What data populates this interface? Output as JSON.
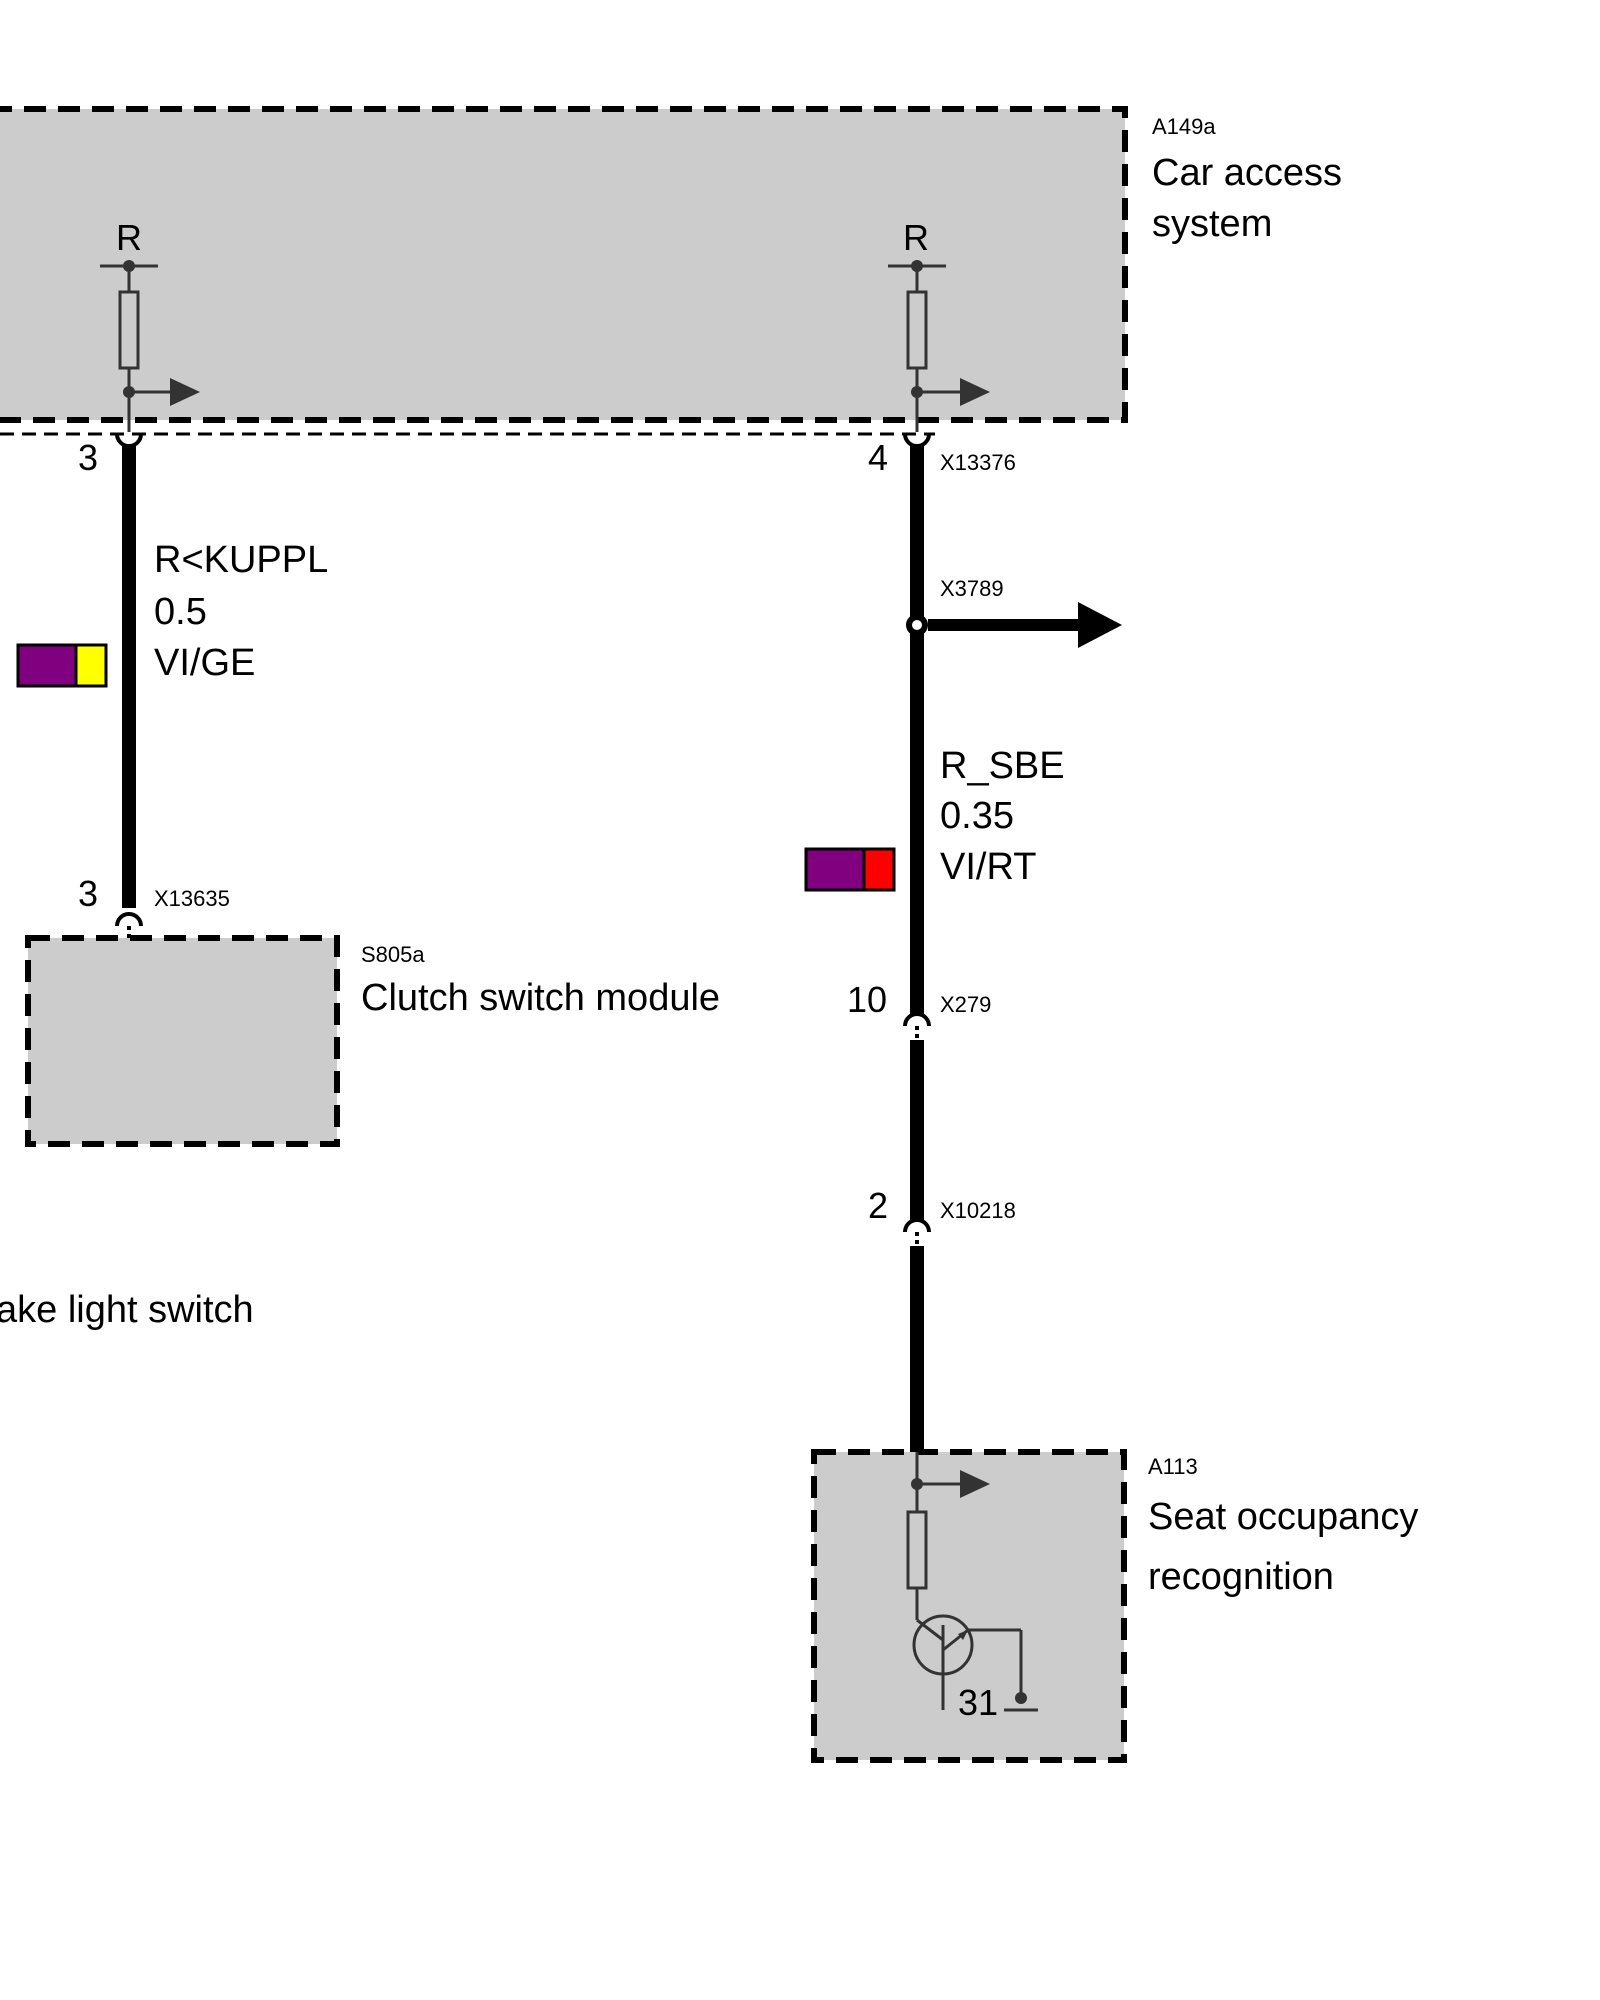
{
  "modules": {
    "car_access": {
      "code": "A149a",
      "name_line1": "Car access",
      "name_line2": "system"
    },
    "clutch": {
      "code": "S805a",
      "name": "Clutch switch module"
    },
    "seat": {
      "code": "A113",
      "name_line1": "Seat occupancy",
      "name_line2": "recognition"
    },
    "brake": {
      "name_partial": "ake light switch"
    }
  },
  "resistor_labels": {
    "left": "R",
    "right": "R"
  },
  "wires": {
    "left": {
      "signal": "R<KUPPL",
      "gauge": "0.5",
      "color_code": "VI/GE",
      "swatch_colors": [
        "#800080",
        "#ffff00"
      ],
      "pin_top": "3",
      "pin_bottom": "3",
      "connector_bottom": "X13635"
    },
    "right": {
      "signal": "R_SBE",
      "gauge": "0.35",
      "color_code": "VI/RT",
      "swatch_colors": [
        "#800080",
        "#ff0000"
      ],
      "pin_top": "4",
      "connector_top": "X13376",
      "splice": "X3789",
      "pin_mid": "10",
      "connector_mid": "X279",
      "pin_low": "2",
      "connector_low": "X10218"
    }
  },
  "ground_label": "31"
}
